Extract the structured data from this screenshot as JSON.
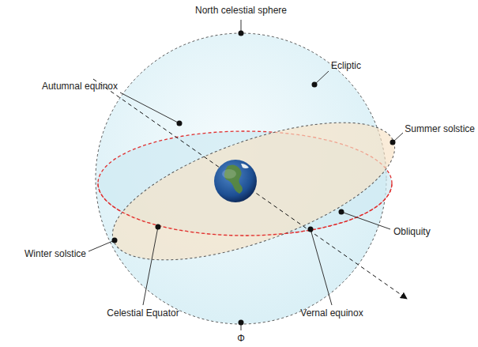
{
  "diagram": {
    "labels": [
      "North celestial sphere",
      "Ecliptic",
      "Summer solstice",
      "Autumnal equinox",
      "Obliquity",
      "Winter solstice",
      "Celestial Equator",
      "Vernal equinox",
      "Φ"
    ]
  }
}
